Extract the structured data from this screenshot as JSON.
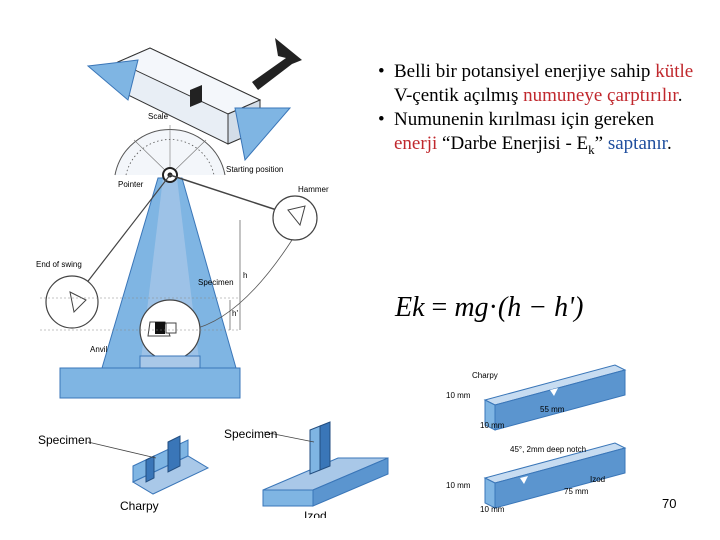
{
  "bullets": [
    {
      "parts": [
        {
          "text": "Belli bir potansiyel enerjiye sahip ",
          "style": "black"
        },
        {
          "text": "kütle",
          "style": "red"
        },
        {
          "text": " V-çentik açılmış ",
          "style": "black"
        },
        {
          "text": "numuneye çarptırılır",
          "style": "red"
        },
        {
          "text": ".",
          "style": "black"
        }
      ]
    },
    {
      "parts": [
        {
          "text": "Numunenin kırılması için gereken ",
          "style": "black"
        },
        {
          "text": "enerji",
          "style": "red"
        },
        {
          "text": " “Darbe Enerjisi - E",
          "style": "black"
        },
        {
          "text": "k",
          "style": "sub"
        },
        {
          "text": "” ",
          "style": "black"
        },
        {
          "text": "saptanır",
          "style": "blue"
        },
        {
          "text": ".",
          "style": "black"
        }
      ]
    }
  ],
  "formula": {
    "lhs": "Ek",
    "eq": "=",
    "rhs_start": "mg",
    "dot": "·",
    "rhs_end": "(h − h')"
  },
  "machine_labels": {
    "scale": "Scale",
    "starting_position": "Starting position",
    "pointer": "Pointer",
    "hammer": "Hammer",
    "end_of_swing": "End of swing",
    "specimen": "Specimen",
    "anvil": "Anvil",
    "h": "h",
    "h_prime": "h'"
  },
  "specimen_labels": {
    "specimen_left": "Specimen",
    "charpy": "Charpy",
    "specimen_right": "Specimen",
    "izod": "Izod"
  },
  "bar_labels": {
    "charpy": "Charpy",
    "mm10_a": "10 mm",
    "mm55": "55 mm",
    "mm10_b": "10 mm",
    "notch": "45°, 2mm deep notch",
    "mm10_c": "10 mm",
    "mm75": "75 mm",
    "mm10_d": "10 mm",
    "izod": "Izod"
  },
  "page_number": "70",
  "colors": {
    "blue_fill": "#7fb5e3",
    "blue_dark": "#3a76b8",
    "steel": "#a9c8e8",
    "red": "#c0282d",
    "blue_text": "#1f4e9e"
  }
}
